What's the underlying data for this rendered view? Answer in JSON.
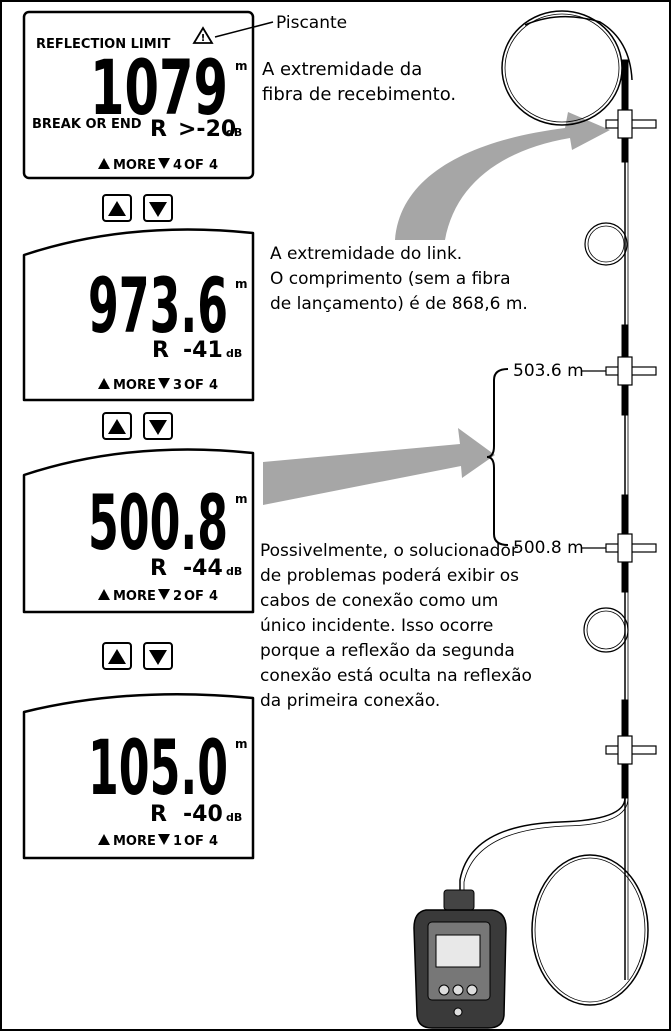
{
  "callout_blinking": "Piscante",
  "desc_receive_end": [
    "A extremidade da",
    "fibra de recebimento."
  ],
  "desc_link_end": [
    "A extremidade do link.",
    "O comprimento (sem a fibra",
    "de lançamento) é de 868,6 m."
  ],
  "desc_connection": [
    "Possivelmente, o solucionador",
    "de problemas poderá exibir os",
    "cabos de conexão como um",
    "único incidente. Isso ocorre",
    "porque a reflexão da segunda",
    "conexão está oculta na reflexão",
    "da primeira conexão."
  ],
  "label_503": "503.6 m",
  "label_500": "500.8 m",
  "lcd_common": {
    "unit_m": "m",
    "unit_db": "dB",
    "r_label": "R",
    "more_label": "MORE",
    "of_label": "OF"
  },
  "lcd_screens": [
    {
      "warning": "REFLECTION LIMIT",
      "status": "BREAK OR END",
      "distance": "1079",
      "reflectance": ">-20",
      "page": "4",
      "total": "4"
    },
    {
      "warning": "",
      "status": "",
      "distance": "973.6",
      "reflectance": "-41",
      "page": "3",
      "total": "4"
    },
    {
      "warning": "",
      "status": "",
      "distance": "500.8",
      "reflectance": "-44",
      "page": "2",
      "total": "4"
    },
    {
      "warning": "",
      "status": "",
      "distance": "105.0",
      "reflectance": "-40",
      "page": "1",
      "total": "4"
    }
  ],
  "nav_buttons": {
    "up_icon": "triangle-up-icon",
    "down_icon": "triangle-down-icon"
  }
}
